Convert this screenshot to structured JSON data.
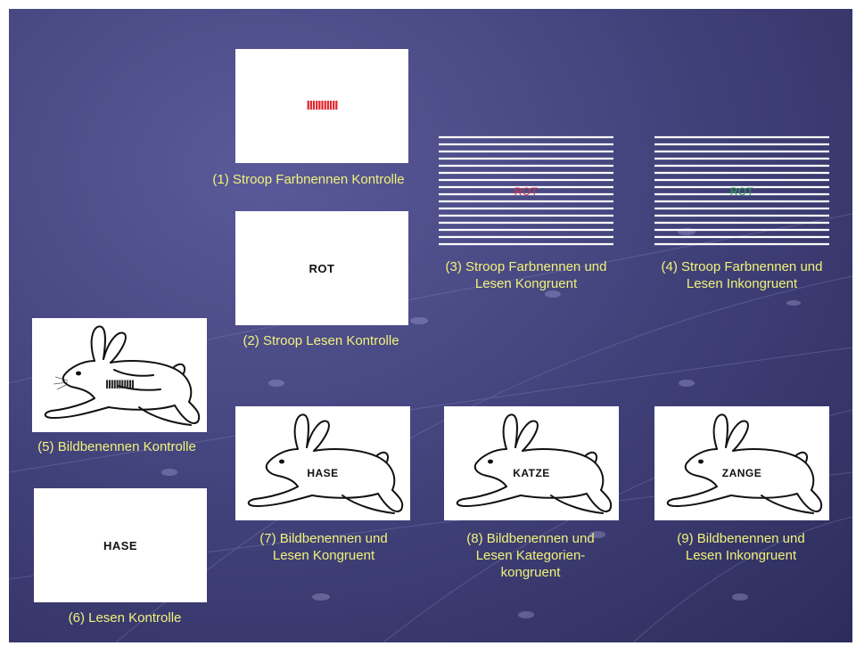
{
  "colors": {
    "caption": "#f2f27a",
    "bar_red": "#e0242c",
    "word_red": "#e03040",
    "word_green": "#2aa44a",
    "bars_dark": "#222222"
  },
  "panels": {
    "p1": {
      "bars": "IIIIIIIIIII",
      "caption": "(1) Stroop Farbnennen Kontrolle"
    },
    "p2": {
      "word": "ROT",
      "caption": "(2) Stroop Lesen Kontrolle"
    },
    "p3": {
      "word": "ROT",
      "caption_line1": "(3) Stroop Farbnennen und",
      "caption_line2": "Lesen Kongruent"
    },
    "p4": {
      "word": "ROT",
      "caption_line1": "(4) Stroop Farbnennen und",
      "caption_line2": "Lesen Inkongruent"
    },
    "p5": {
      "bars": "IIIIIIIIIII",
      "caption": "(5) Bildbenennen Kontrolle"
    },
    "p6": {
      "word": "HASE",
      "caption": "(6) Lesen Kontrolle"
    },
    "p7": {
      "word": "HASE",
      "caption_line1": "(7) Bildbenennen und",
      "caption_line2": "Lesen Kongruent"
    },
    "p8": {
      "word": "KATZE",
      "caption_line1": "(8) Bildbenennen und",
      "caption_line2": "Lesen Kategorien-",
      "caption_line3": "kongruent"
    },
    "p9": {
      "word": "ZANGE",
      "caption_line1": "(9) Bildbenennen und",
      "caption_line2": "Lesen Inkongruent"
    }
  }
}
